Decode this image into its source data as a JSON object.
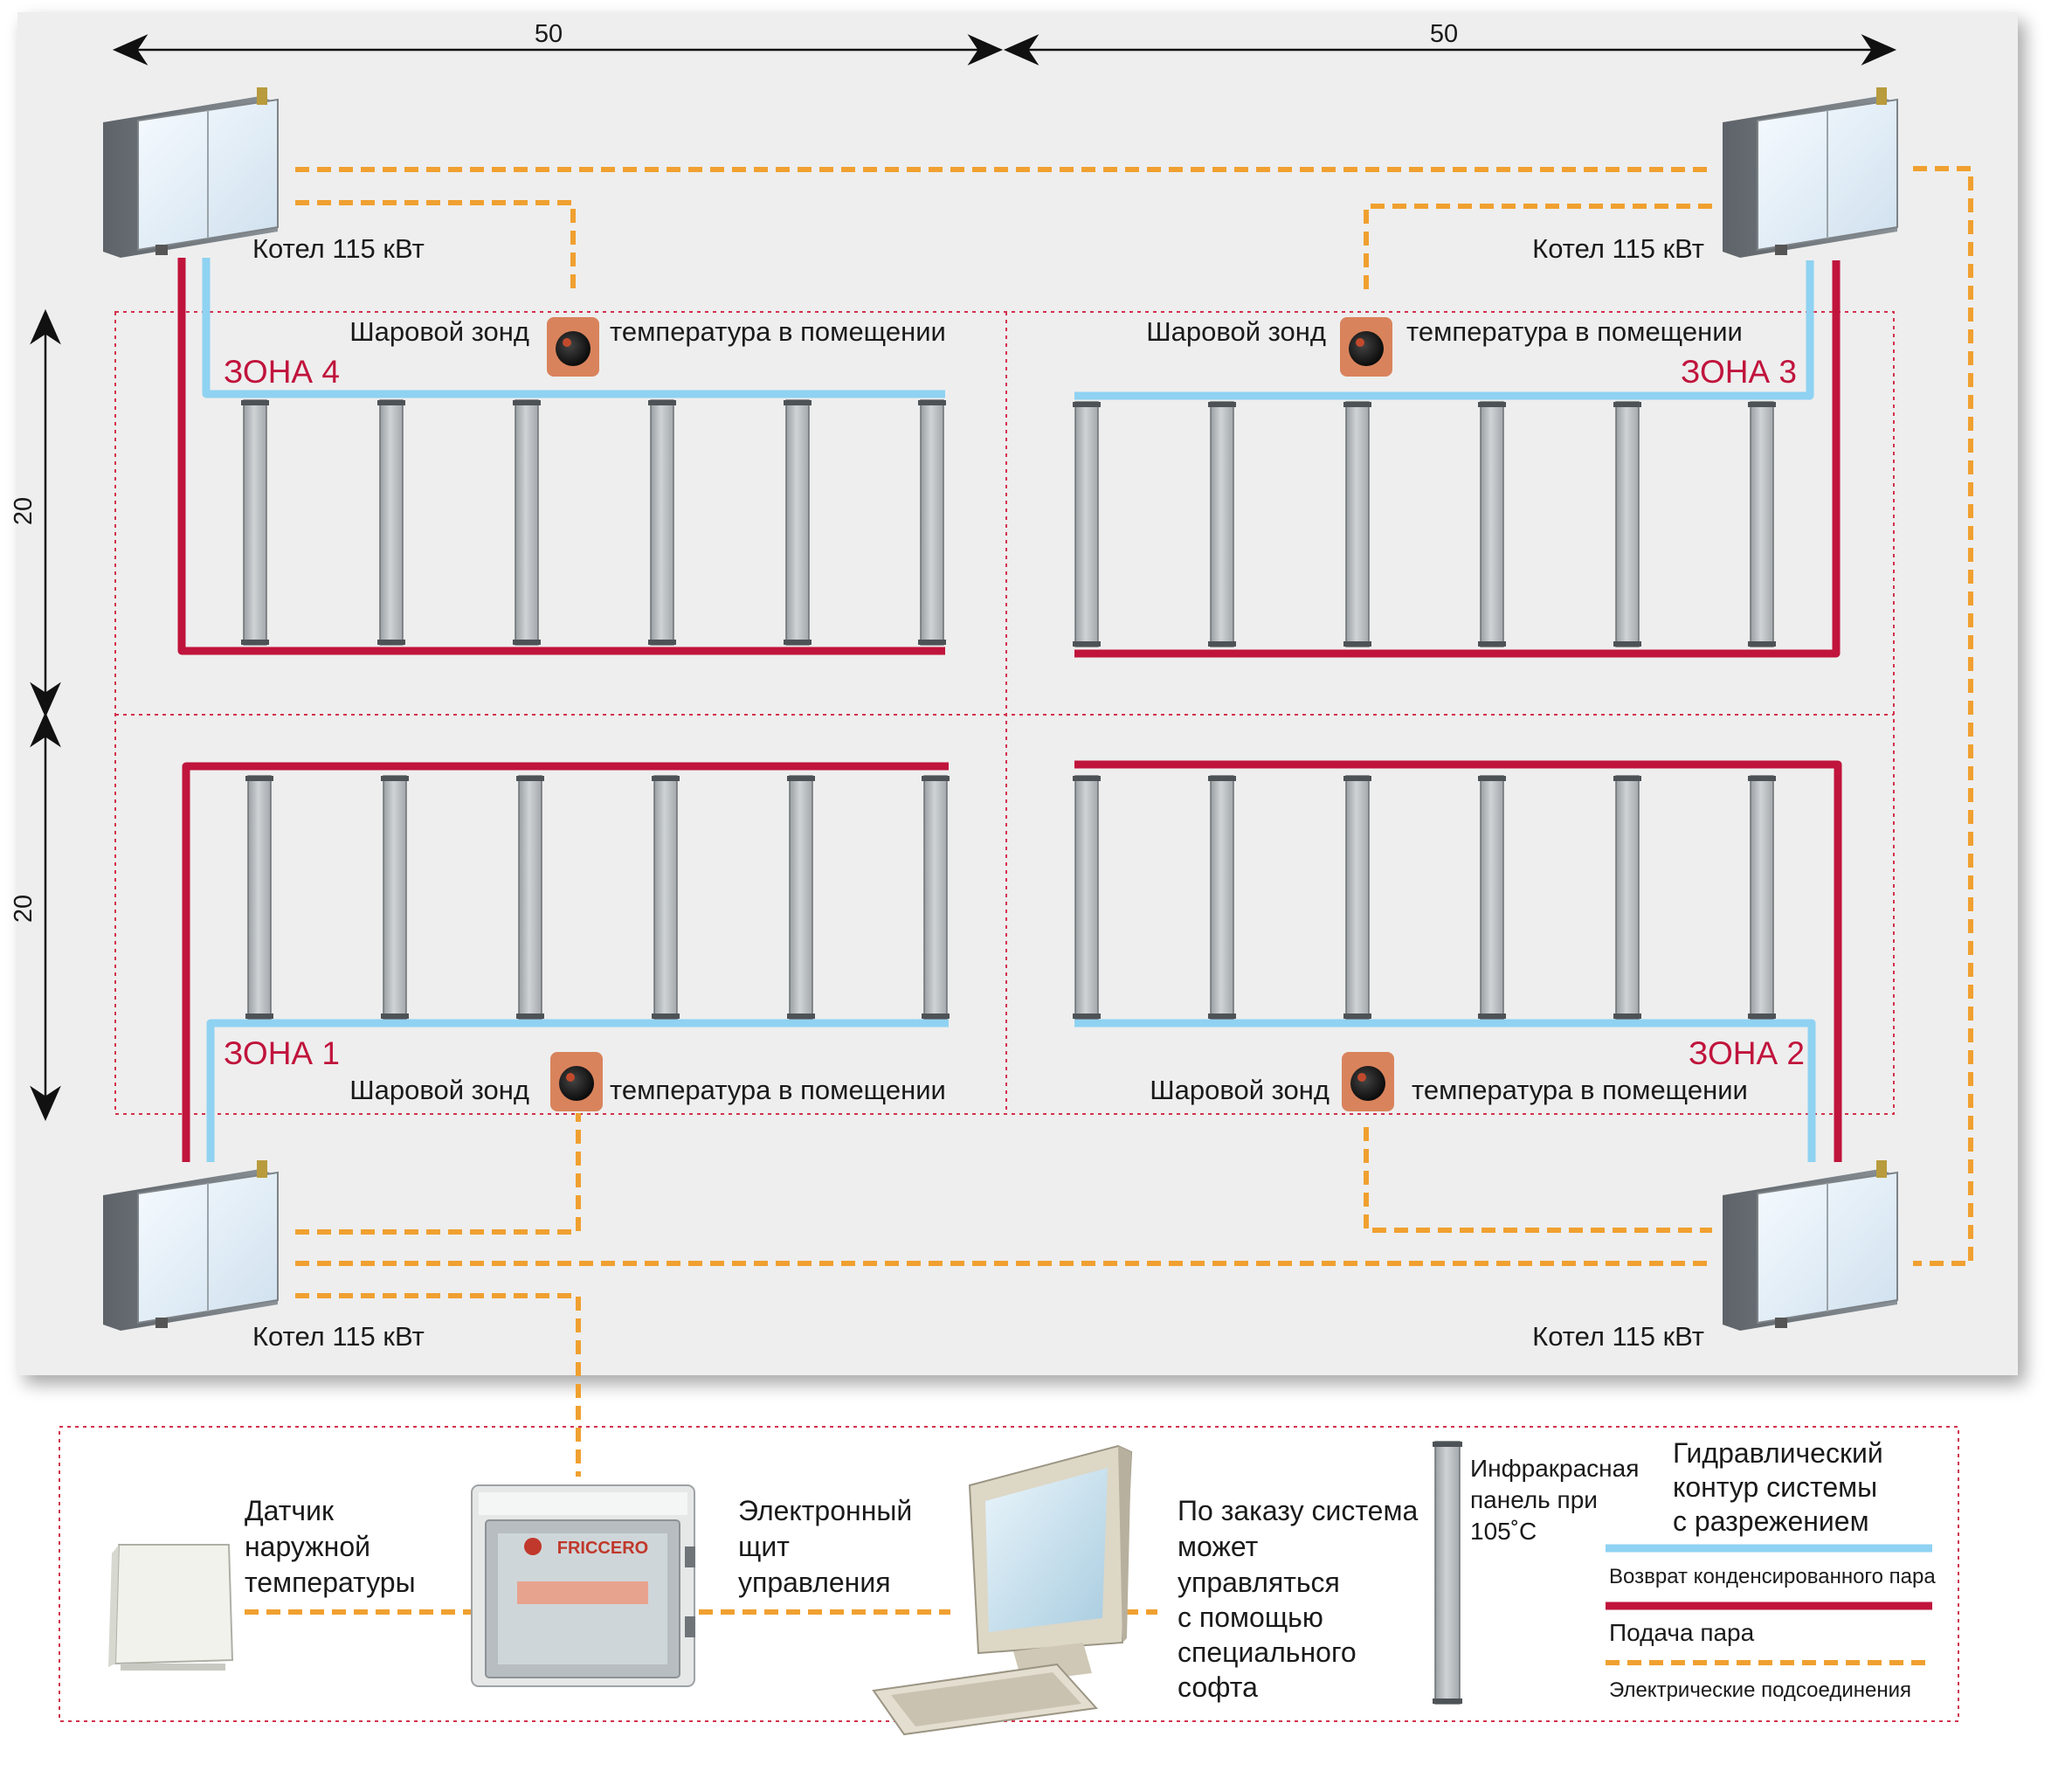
{
  "colors": {
    "supply_steam": "#c0143c",
    "condensate_return": "#8fd2f2",
    "electrical": "#f0a030",
    "panel": "#b9bdc0",
    "floor": "#eeeeee",
    "zone_border": "#d2324b"
  },
  "dimensions": {
    "top_left": "50",
    "top_right": "50",
    "left_upper": "20",
    "left_lower": "20"
  },
  "boilers": {
    "top_left": "Котел 115 кВт",
    "top_right": "Котел 115 кВт",
    "bottom_left": "Котел 115 кВт",
    "bottom_right": "Котел 115 кВт"
  },
  "zones": [
    {
      "label": "ЗОНА 4",
      "probe_label": "Шаровой зонд",
      "temp_label": "температура в помещении"
    },
    {
      "label": "ЗОНА 3",
      "probe_label": "Шаровой зонд",
      "temp_label": "температура в помещении"
    },
    {
      "label": "ЗОНА 1",
      "probe_label": "Шаровой зонд",
      "temp_label": "температура в помещении"
    },
    {
      "label": "ЗОНА 2",
      "probe_label": "Шаровой зонд",
      "temp_label": "температура в помещении"
    }
  ],
  "bottom": {
    "sensor_lines": [
      "Датчик",
      "наружной",
      "температуры"
    ],
    "panel_lines": [
      "Электронный",
      "щит",
      "управления"
    ],
    "panel_brand": "FRICCERO",
    "computer_lines": [
      "По заказу система",
      "может",
      "управляться",
      "с помощью",
      "специального",
      "софта"
    ]
  },
  "legend": {
    "ir_panel_lines": [
      "Инфракрасная",
      "панель при",
      "105˚С"
    ],
    "hydraulic_lines": [
      "Гидравлический",
      "контур системы",
      "с разрежением"
    ],
    "return_label": "Возврат конденсированного пара",
    "supply_label": "Подача пара",
    "electrical_label": "Электрические подсоединения"
  },
  "icons": {
    "boiler": "boiler-icon",
    "probe": "globe-probe-icon",
    "sensor": "outdoor-sensor-icon",
    "control_panel": "control-panel-icon",
    "computer": "computer-icon",
    "ir_panel": "ir-panel-icon"
  }
}
